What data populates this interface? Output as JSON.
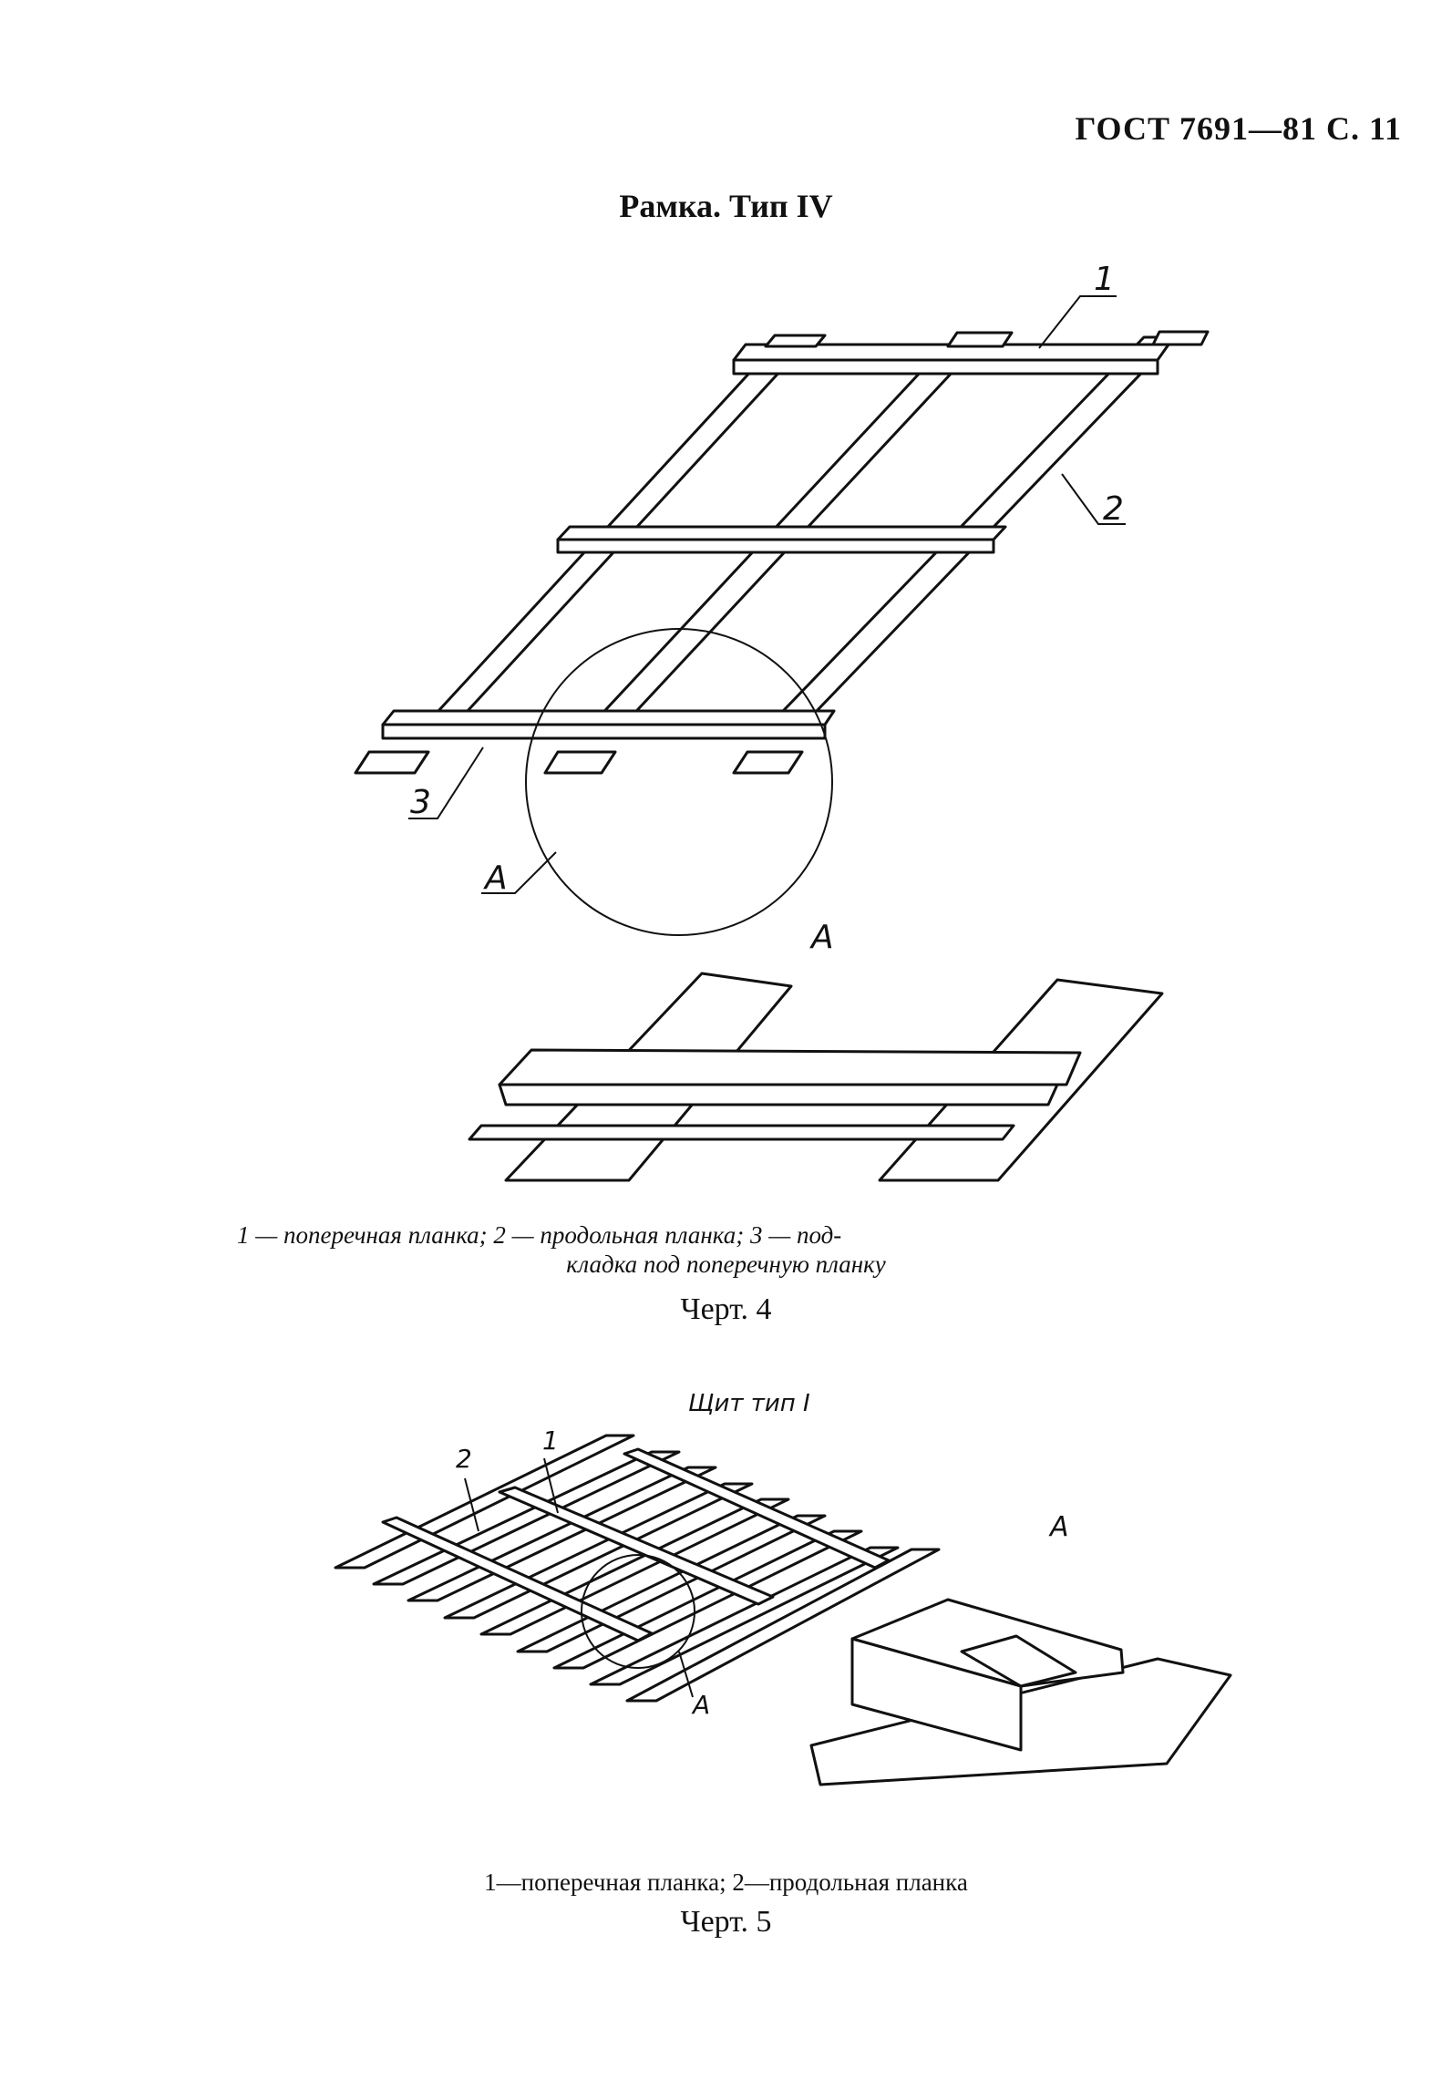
{
  "header": {
    "page_ref": "ГОСТ 7691—81 С. 11"
  },
  "figure4": {
    "title": "Рамка. Тип IV",
    "callouts": {
      "c1": "1",
      "c2": "2",
      "c3": "3",
      "cA": "А"
    },
    "detail_label": "А",
    "caption_line1": "1 — поперечная планка;  2 — продольная планка;  3 — под-",
    "caption_line2": "кладка под поперечную планку",
    "figure_label": "Черт. 4"
  },
  "figure5": {
    "subtitle": "Щит тип I",
    "callouts": {
      "c1": "1",
      "c2": "2",
      "cA": "А"
    },
    "detail_label": "А",
    "caption": "1—поперечная планка; 2—продольная планка",
    "figure_label": "Черт. 5"
  }
}
